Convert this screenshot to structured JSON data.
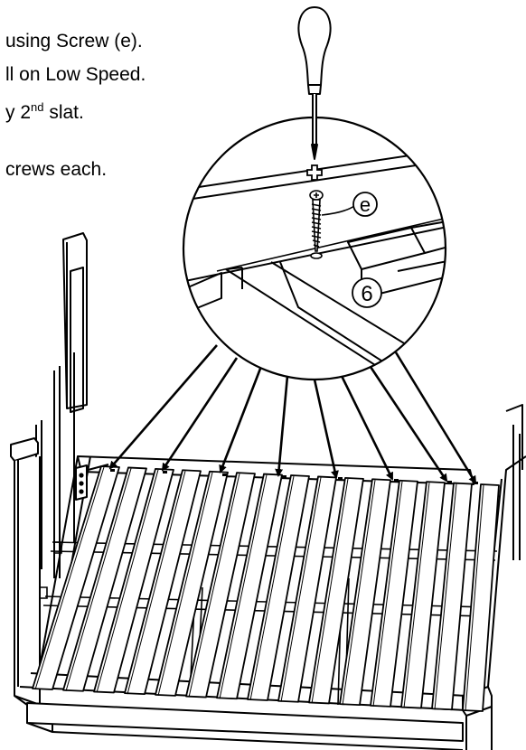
{
  "instructions": {
    "line1": "using Screw (e).",
    "line2": "ll on Low Speed.",
    "line3_pre": "y 2",
    "line3_sup": "nd",
    "line3_post": " slat.",
    "line4": "crews each."
  },
  "callouts": {
    "screw_label": "e",
    "slat_label": "6"
  },
  "icons": [
    "screwdriver-icon",
    "screw-icon"
  ],
  "colors": {
    "line": "#000000",
    "background": "#ffffff"
  }
}
